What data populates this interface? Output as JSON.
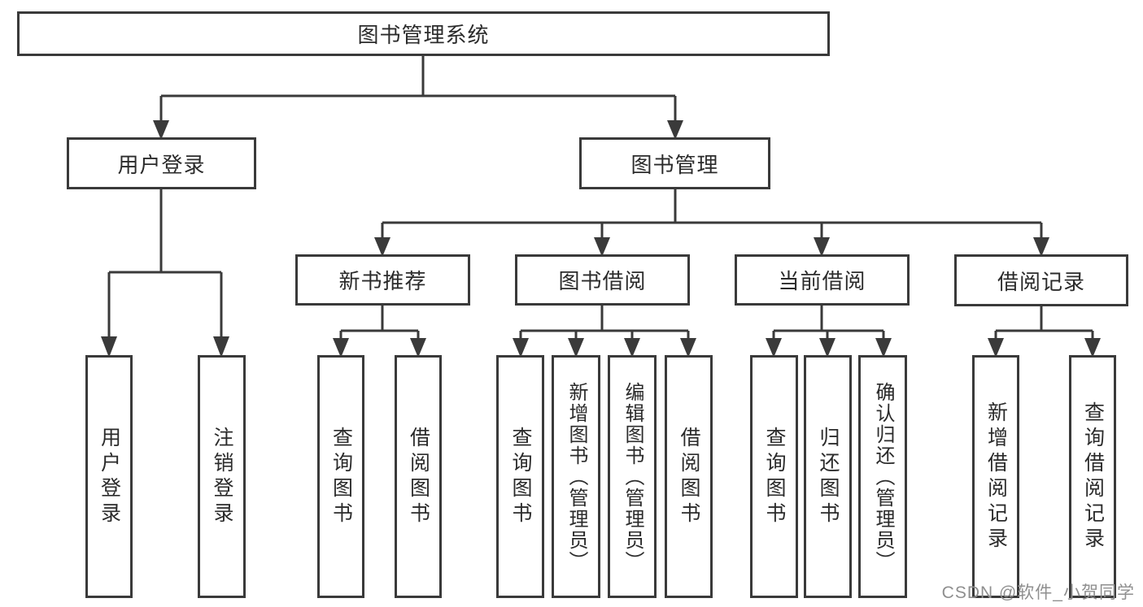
{
  "diagram": {
    "title": "图书管理系统",
    "nodes": {
      "root": "图书管理系统",
      "user_login": "用户登录",
      "book_mgmt": "图书管理",
      "new_book_rec": "新书推荐",
      "book_borrow": "图书借阅",
      "current_borrow": "当前借阅",
      "borrow_records": "借阅记录",
      "leaf_user_login": "用户登录",
      "leaf_logout": "注销登录",
      "leaf_nbr_query": "查询图书",
      "leaf_nbr_borrow": "借阅图书",
      "leaf_bb_query": "查询图书",
      "leaf_bb_add": "新增图书（管理员）",
      "leaf_bb_edit": "编辑图书（管理员）",
      "leaf_bb_borrow": "借阅图书",
      "leaf_cb_query": "查询图书",
      "leaf_cb_return": "归还图书",
      "leaf_cb_confirm": "确认归还（管理员）",
      "leaf_br_add": "新增借阅记录",
      "leaf_br_query": "查询借阅记录"
    }
  },
  "watermark": {
    "text": "CSDN @软件_小贺同学"
  },
  "colors": {
    "line": "#3a3a3a",
    "text": "#2b2b2b",
    "background": "#ffffff",
    "watermark": "#8f8f8f"
  }
}
